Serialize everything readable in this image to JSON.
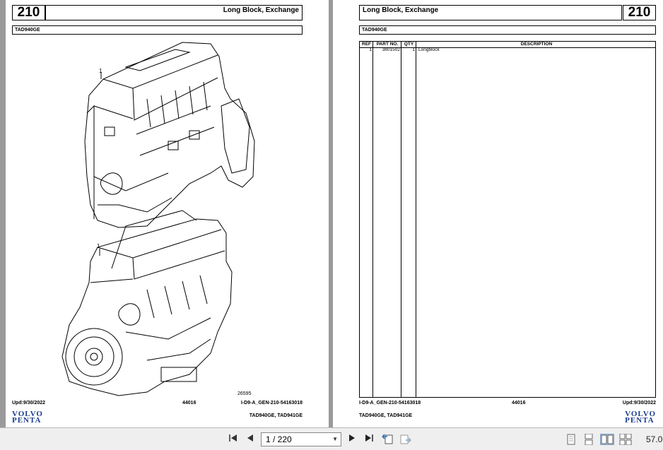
{
  "left_page": {
    "page_number": "210",
    "title": "Long Block, Exchange",
    "model": "TAD940GE",
    "callouts": [
      "1",
      "1"
    ],
    "drawing_number": "26595",
    "footer_date": "Upd:9/30/2022",
    "footer_code": "44016",
    "footer_ref": "I-D9-A_GEN-210-54163018",
    "footer_models": "TAD940GE, TAD941GE",
    "logo_line1": "VOLVO",
    "logo_line2": "PENTA"
  },
  "right_page": {
    "page_number": "210",
    "title": "Long Block, Exchange",
    "model": "TAD940GE",
    "table": {
      "headers": [
        "REF",
        "PART NO.",
        "QTY",
        "DESCRIPTION"
      ],
      "rows": [
        {
          "ref": "1",
          "part_no": "3801502",
          "qty": "1",
          "description": "Longblock"
        }
      ]
    },
    "footer_ref": "I-D9-A_GEN-210-54163018",
    "footer_code": "44016",
    "footer_date": "Upd:9/30/2022",
    "footer_models": "TAD940GE, TAD941GE",
    "logo_line1": "VOLVO",
    "logo_line2": "PENTA"
  },
  "toolbar": {
    "first_icon": "first-page-icon",
    "prev_icon": "previous-page-icon",
    "page_indicator": "1 / 220",
    "next_icon": "next-page-icon",
    "last_icon": "last-page-icon",
    "back_icon": "back-view-icon",
    "forward_icon": "forward-view-icon",
    "single_page_icon": "single-page-view-icon",
    "continuous_icon": "continuous-view-icon",
    "facing_icon": "facing-view-icon",
    "continuous_facing_icon": "continuous-facing-view-icon",
    "zoom": "57.0"
  },
  "colors": {
    "viewer_bg": "#9a9a9a",
    "page_bg": "#ffffff",
    "logo": "#1a3d8f",
    "toolbar_bg": "#efefef"
  }
}
